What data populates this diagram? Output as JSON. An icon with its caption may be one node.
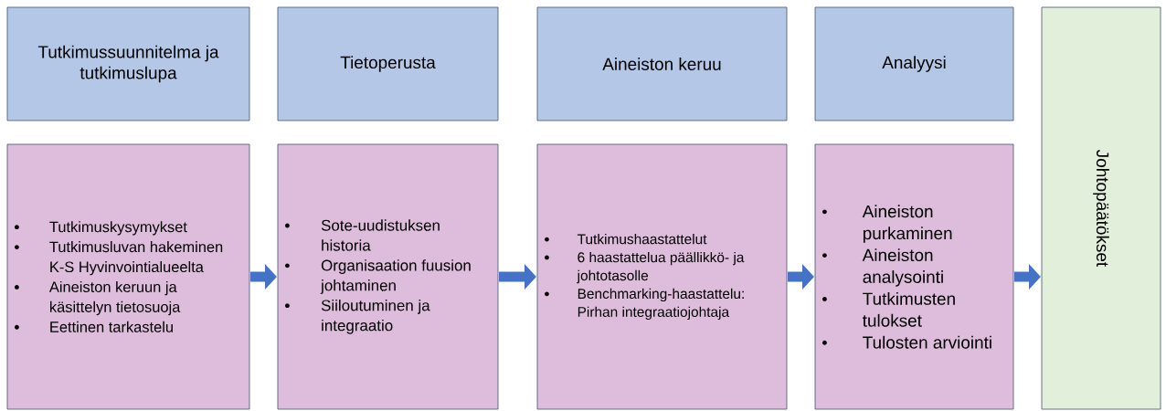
{
  "diagram": {
    "nodes": [
      {
        "text": [
          "Tutkimussuunnitelma ja tutkimuslupa"
        ]
      },
      {
        "text": [
          "Tietoperusta"
        ]
      },
      {
        "text": [
          "Aineiston keruu"
        ]
      },
      {
        "text": [
          "Analyysi"
        ]
      },
      {
        "text": [
          "Tutkimuskysymykset",
          "Tutkimusluvan hakeminen K-S Hyvinvointialueelta",
          "Aineiston keruun ja käsittelyn tietosuoja",
          "Eettinen tarkastelu"
        ]
      },
      {
        "text": [
          "Sote-uudistuksen historia",
          "Organisaation fuusion johtaminen",
          "Siiloutuminen ja integraatio"
        ]
      },
      {
        "text": [
          "Tutkimushaastattelut",
          "6 haastattelua päällikkö- ja johtotasolle",
          "Benchmarking-haastattelu: Pirhan integraatiojohtaja"
        ]
      },
      {
        "text": [
          "Aineiston purkaminen",
          "Aineiston analysointi",
          "Tutkimusten tulokset",
          "Tulosten arviointi"
        ]
      },
      {
        "text": [
          "Johtopäätökset"
        ]
      }
    ],
    "edges": [
      {
        "from": 4,
        "to": 5,
        "arrow": "to"
      },
      {
        "from": 5,
        "to": 6,
        "arrow": "to"
      },
      {
        "from": 6,
        "to": 7,
        "arrow": "to"
      },
      {
        "from": 7,
        "to": 8,
        "arrow": "to"
      }
    ]
  }
}
